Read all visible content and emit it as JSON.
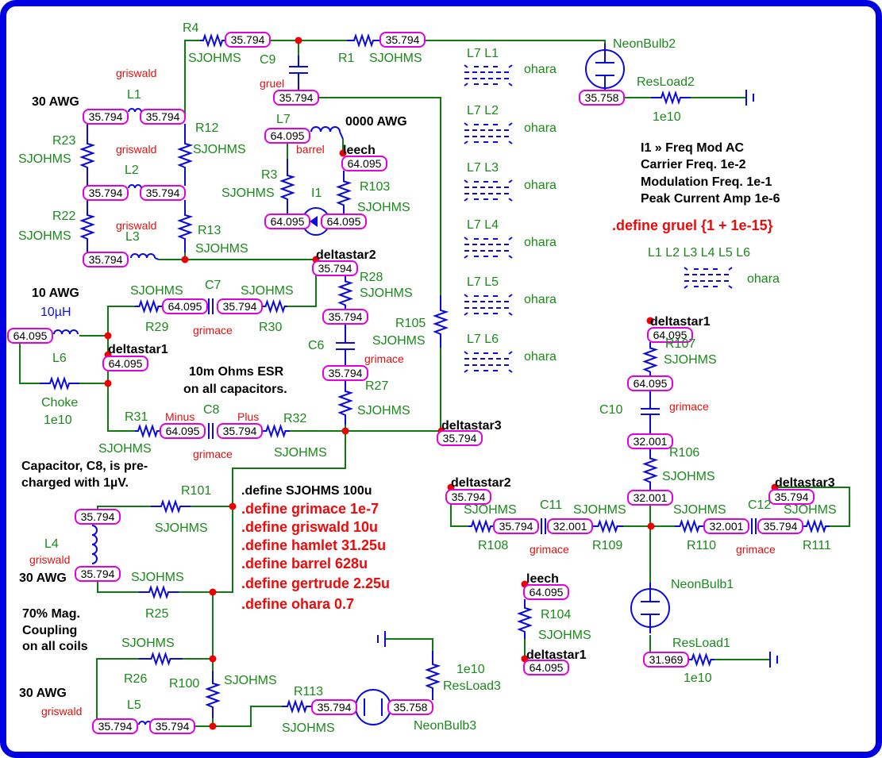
{
  "node_voltages": [
    "35.794",
    "35.794",
    "35.794",
    "35.794",
    "35.794",
    "35.794",
    "35.794",
    "35.794",
    "64.095",
    "64.095",
    "64.095",
    "64.095",
    "35.794",
    "35.758",
    "64.095",
    "35.794",
    "35.794",
    "64.095",
    "64.095",
    "35.794",
    "64.095",
    "35.794",
    "35.794",
    "64.095",
    "64.095",
    "32.001",
    "32.001",
    "35.794",
    "35.794",
    "32.001",
    "32.001",
    "35.794",
    "35.794",
    "64.095",
    "64.095",
    "31.969",
    "35.794",
    "35.794",
    "35.794",
    "35.758",
    "35.794",
    "35.794"
  ],
  "component_labels": [
    "R4",
    "SJOHMS",
    "C9",
    "R1",
    "SJOHMS",
    "NeonBulb2",
    "ResLoad2",
    "1e10",
    "L1",
    "L2",
    "L3",
    "R23",
    "SJOHMS",
    "R12",
    "SJOHMS",
    "R22",
    "SJOHMS",
    "R13",
    "SJOHMS",
    "L7",
    "R3",
    "SJOHMS",
    "I1",
    "R103",
    "SJOHMS",
    "L7 L1",
    "L7 L2",
    "L7 L3",
    "L7 L4",
    "L7 L5",
    "L7 L6",
    "ohara",
    "ohara",
    "ohara",
    "ohara",
    "ohara",
    "ohara",
    "R28",
    "SJOHMS",
    "C7",
    "SJOHMS",
    "SJOHMS",
    "R29",
    "R30",
    "R105",
    "SJOHMS",
    "C6",
    "R27",
    "SJOHMS",
    "L6",
    "Choke",
    "1e10",
    "R31",
    "C8",
    "R32",
    "SJOHMS",
    "SJOHMS",
    "R101",
    "SJOHMS",
    "L4",
    "SJOHMS",
    "R25",
    "SJOHMS",
    "R26",
    "R100",
    "SJOHMS",
    "L5",
    "R113",
    "SJOHMS",
    "NeonBulb3",
    "1e10",
    "ResLoad3",
    "R107",
    "SJOHMS",
    "C10",
    "R106",
    "SJOHMS",
    "SJOHMS",
    "C11",
    "SJOHMS",
    "SJOHMS",
    "C12",
    "SJOHMS",
    "R108",
    "R109",
    "R110",
    "R111",
    "NeonBulb1",
    "R104",
    "SJOHMS",
    "ResLoad1",
    "1e10",
    "L1 L2 L3 L4 L5 L6",
    "ohara"
  ],
  "inductance_label": "10µH",
  "param_labels": [
    "griswald",
    "griswald",
    "griswald",
    "gruel",
    "barrel",
    "grimace",
    "grimace",
    "grimace",
    "Minus",
    "Plus",
    "griswald",
    "griswald",
    "grimace",
    "grimace",
    "grimace"
  ],
  "notes": [
    "30 AWG",
    "0000 AWG",
    "leech",
    "deltastar2",
    "10 AWG",
    "deltastar1",
    "10m Ohms ESR",
    "on all capacitors.",
    "deltastar3",
    "deltastar1",
    "Capacitor, C8, is pre-",
    "charged with 1µV.",
    "30 AWG",
    "70% Mag.",
    "Coupling",
    "on all coils",
    "30 AWG",
    "deltastar2",
    "deltastar3",
    "leech",
    "deltastar1",
    "I1 » Freq Mod AC",
    "Carrier Freq. 1e-2",
    "Modulation Freq. 1e-1",
    "Peak Current Amp 1e-6"
  ],
  "defines": [
    ".define SJOHMS 100u",
    ".define grimace 1e-7",
    ".define griswald 10u",
    ".define hamlet 31.25u",
    ".define barrel 628u",
    ".define gertrude 2.25u",
    ".define ohara 0.7"
  ],
  "gruel_define": ".define gruel {1 + 1e-15}",
  "colors": {
    "wire": "#107a10",
    "component": "#0a0ae0",
    "node_box": "#e000e0",
    "junction": "#ee0000",
    "frame": "#0000e0"
  }
}
